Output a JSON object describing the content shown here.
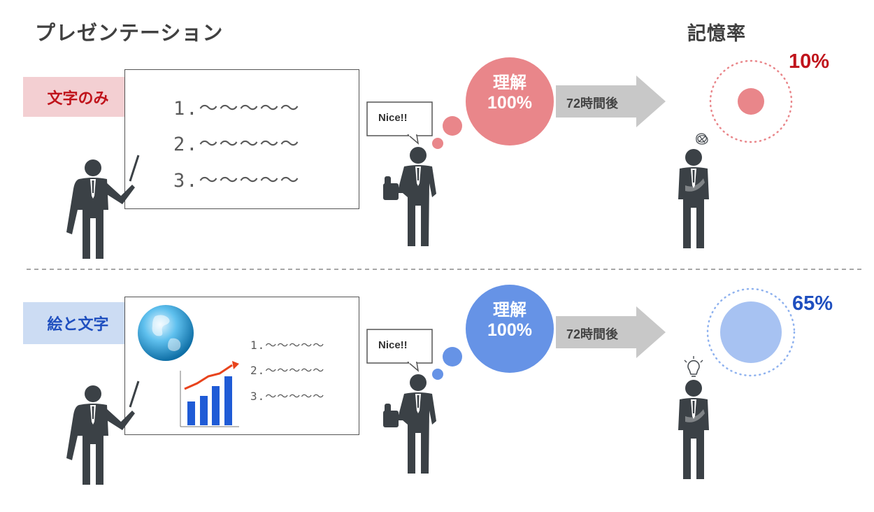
{
  "header": {
    "title": "プレゼンテーション",
    "recall_label": "記憶率"
  },
  "rows": [
    {
      "tag": "文字のみ",
      "tag_color": "#c0141c",
      "items": [
        "1.～～～～～",
        "2.～～～～～",
        "3.～～～～～"
      ],
      "bubble": "Nice!!",
      "understanding_label": "理解",
      "understanding_value": "100%",
      "understanding_color": "#e9868a",
      "arrow_label": "72時間後",
      "recall_value": "10%",
      "recall_fraction": 0.1,
      "recall_color": "#c0141c",
      "thought_icon": "tangle-icon"
    },
    {
      "tag": "絵と文字",
      "tag_color": "#1f4fbf",
      "items": [
        "1.～～～～～",
        "2.～～～～～",
        "3.～～～～～"
      ],
      "bubble": "Nice!!",
      "understanding_label": "理解",
      "understanding_value": "100%",
      "understanding_color": "#6693e6",
      "arrow_label": "72時間後",
      "recall_value": "65%",
      "recall_fraction": 0.65,
      "recall_color": "#1f4fbf",
      "thought_icon": "lightbulb-icon",
      "visuals": [
        "globe-icon",
        "bar-chart-icon"
      ]
    }
  ]
}
